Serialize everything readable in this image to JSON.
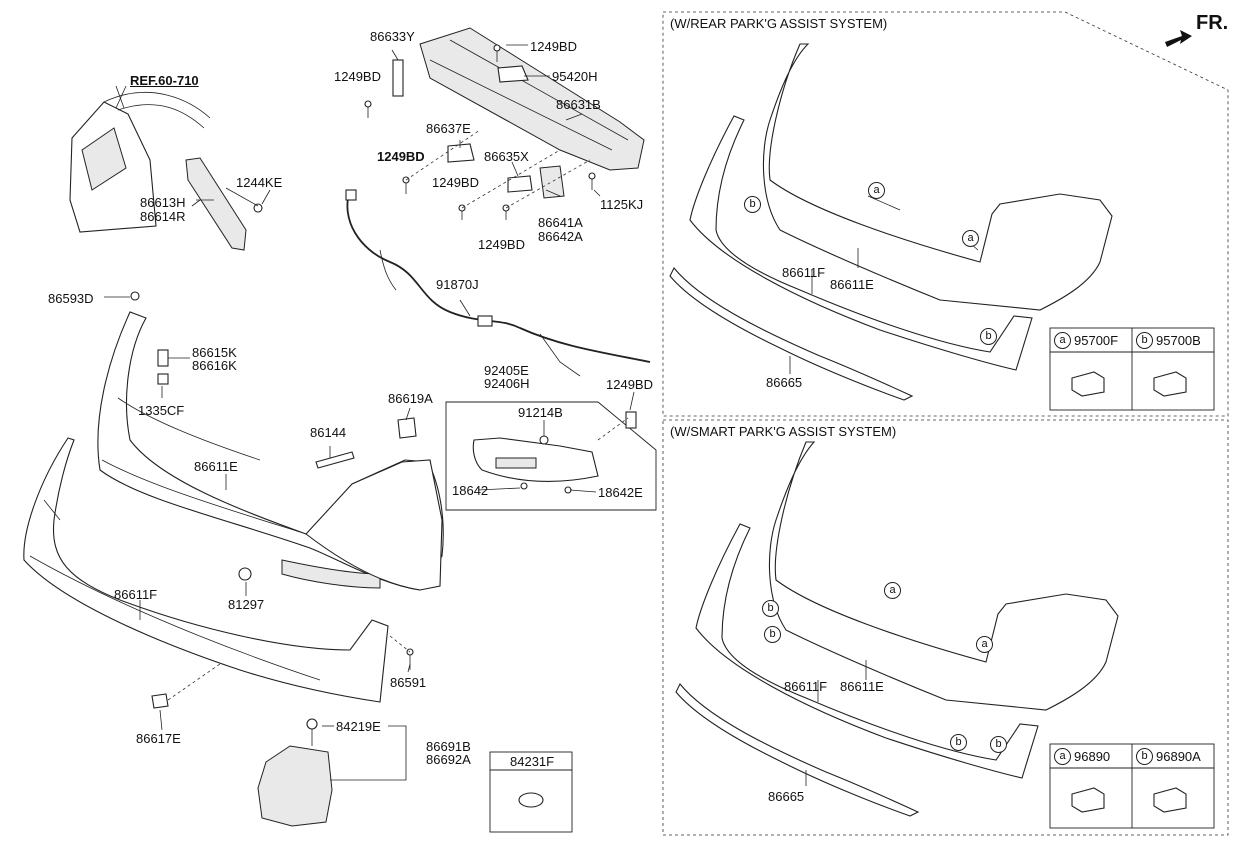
{
  "ref_label": "REF.60-710",
  "direction_label": "FR.",
  "part_labels": {
    "p86633Y": "86633Y",
    "p1249BD_a": "1249BD",
    "p1249BD_b": "1249BD",
    "p95420H": "95420H",
    "p86631B": "86631B",
    "p86637E": "86637E",
    "p1249BD_c": "1249BD",
    "p86635X": "86635X",
    "p1249BD_d": "1249BD",
    "p1125KJ": "1125KJ",
    "p86641A": "86641A",
    "p86642A": "86642A",
    "p1249BD_e": "1249BD",
    "p1244KE": "1244KE",
    "p86613H": "86613H",
    "p86614R": "86614R",
    "p91870J": "91870J",
    "p86593D": "86593D",
    "p86615K": "86615K",
    "p86616K": "86616K",
    "p1335CF": "1335CF",
    "p92405E": "92405E",
    "p92406H": "92406H",
    "p1249BD_f": "1249BD",
    "p86619A": "86619A",
    "p91214B": "91214B",
    "p86144": "86144",
    "p86611E": "86611E",
    "p18642": "18642",
    "p18642E": "18642E",
    "p81297": "81297",
    "p86611F": "86611F",
    "p86591": "86591",
    "p86617E": "86617E",
    "p84219E": "84219E",
    "p86691B": "86691B",
    "p86692A": "86692A",
    "p84231F": "84231F"
  },
  "panel_rear": {
    "title": "(W/REAR PARK'G ASSIST SYSTEM)",
    "labels": {
      "p86611F": "86611F",
      "p86611E": "86611E",
      "p86665": "86665"
    },
    "legend": {
      "a_code": "95700F",
      "b_code": "95700B"
    }
  },
  "panel_smart": {
    "title": "(W/SMART PARK'G ASSIST SYSTEM)",
    "labels": {
      "p86611F": "86611F",
      "p86611E": "86611E",
      "p86665": "86665"
    },
    "legend": {
      "a_code": "96890",
      "b_code": "96890A"
    }
  },
  "markers": {
    "a": "a",
    "b": "b"
  }
}
